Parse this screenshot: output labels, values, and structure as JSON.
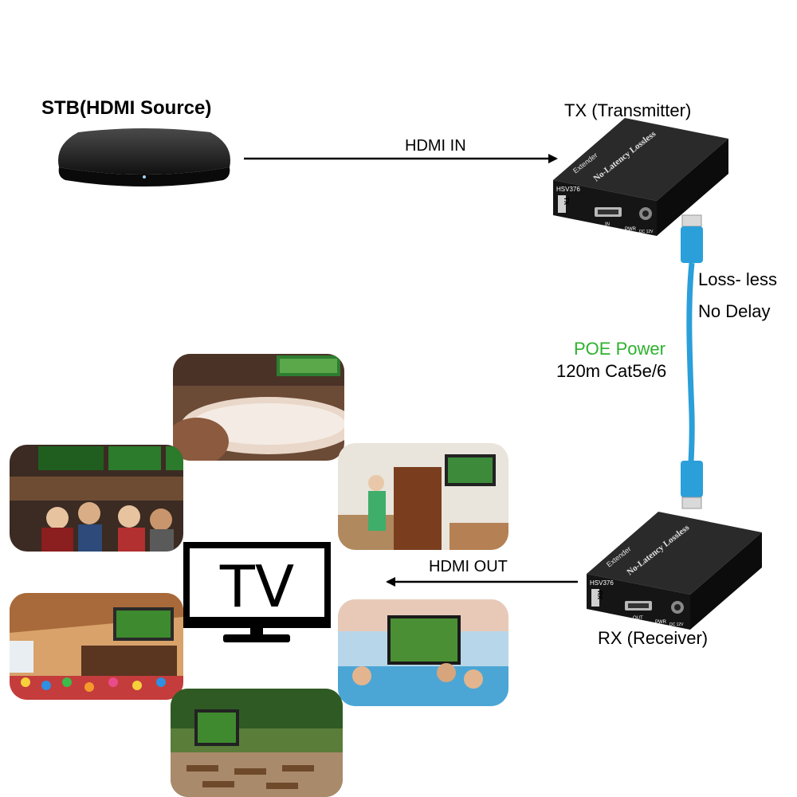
{
  "stb": {
    "title": "STB(HDMI Source)"
  },
  "tx": {
    "title": "TX (Transmitter)",
    "model": "HSV376",
    "side_letter": "TX",
    "top_text": "No-Latency Lossless",
    "brand": "Extender",
    "port_in": "IN",
    "port_pwr": "PWR",
    "port_dc": "DC 12V"
  },
  "rx": {
    "title": "RX (Receiver)",
    "model": "HSV376",
    "side_letter": "RX",
    "top_text": "No-Latency Lossless",
    "brand": "Extender",
    "port_out": "OUT",
    "port_pwr": "PWR",
    "port_dc": "DC 12V"
  },
  "links": {
    "hdmi_in": "HDMI IN",
    "hdmi_out": "HDMI OUT"
  },
  "cable": {
    "feature1": "Loss- less",
    "feature2": "No Delay",
    "poe": "POE Power",
    "spec": "120m Cat5e/6"
  },
  "tv": {
    "label": "TV"
  },
  "colors": {
    "poe_green": "#2db22d",
    "cable_blue": "#2b9fd9",
    "device_black": "#1c1c1c"
  },
  "scenes": [
    {
      "name": "bathtub"
    },
    {
      "name": "sports-bar"
    },
    {
      "name": "kitchen"
    },
    {
      "name": "ball-pit-room"
    },
    {
      "name": "hot-tub-pool"
    },
    {
      "name": "outdoor-patio"
    }
  ]
}
